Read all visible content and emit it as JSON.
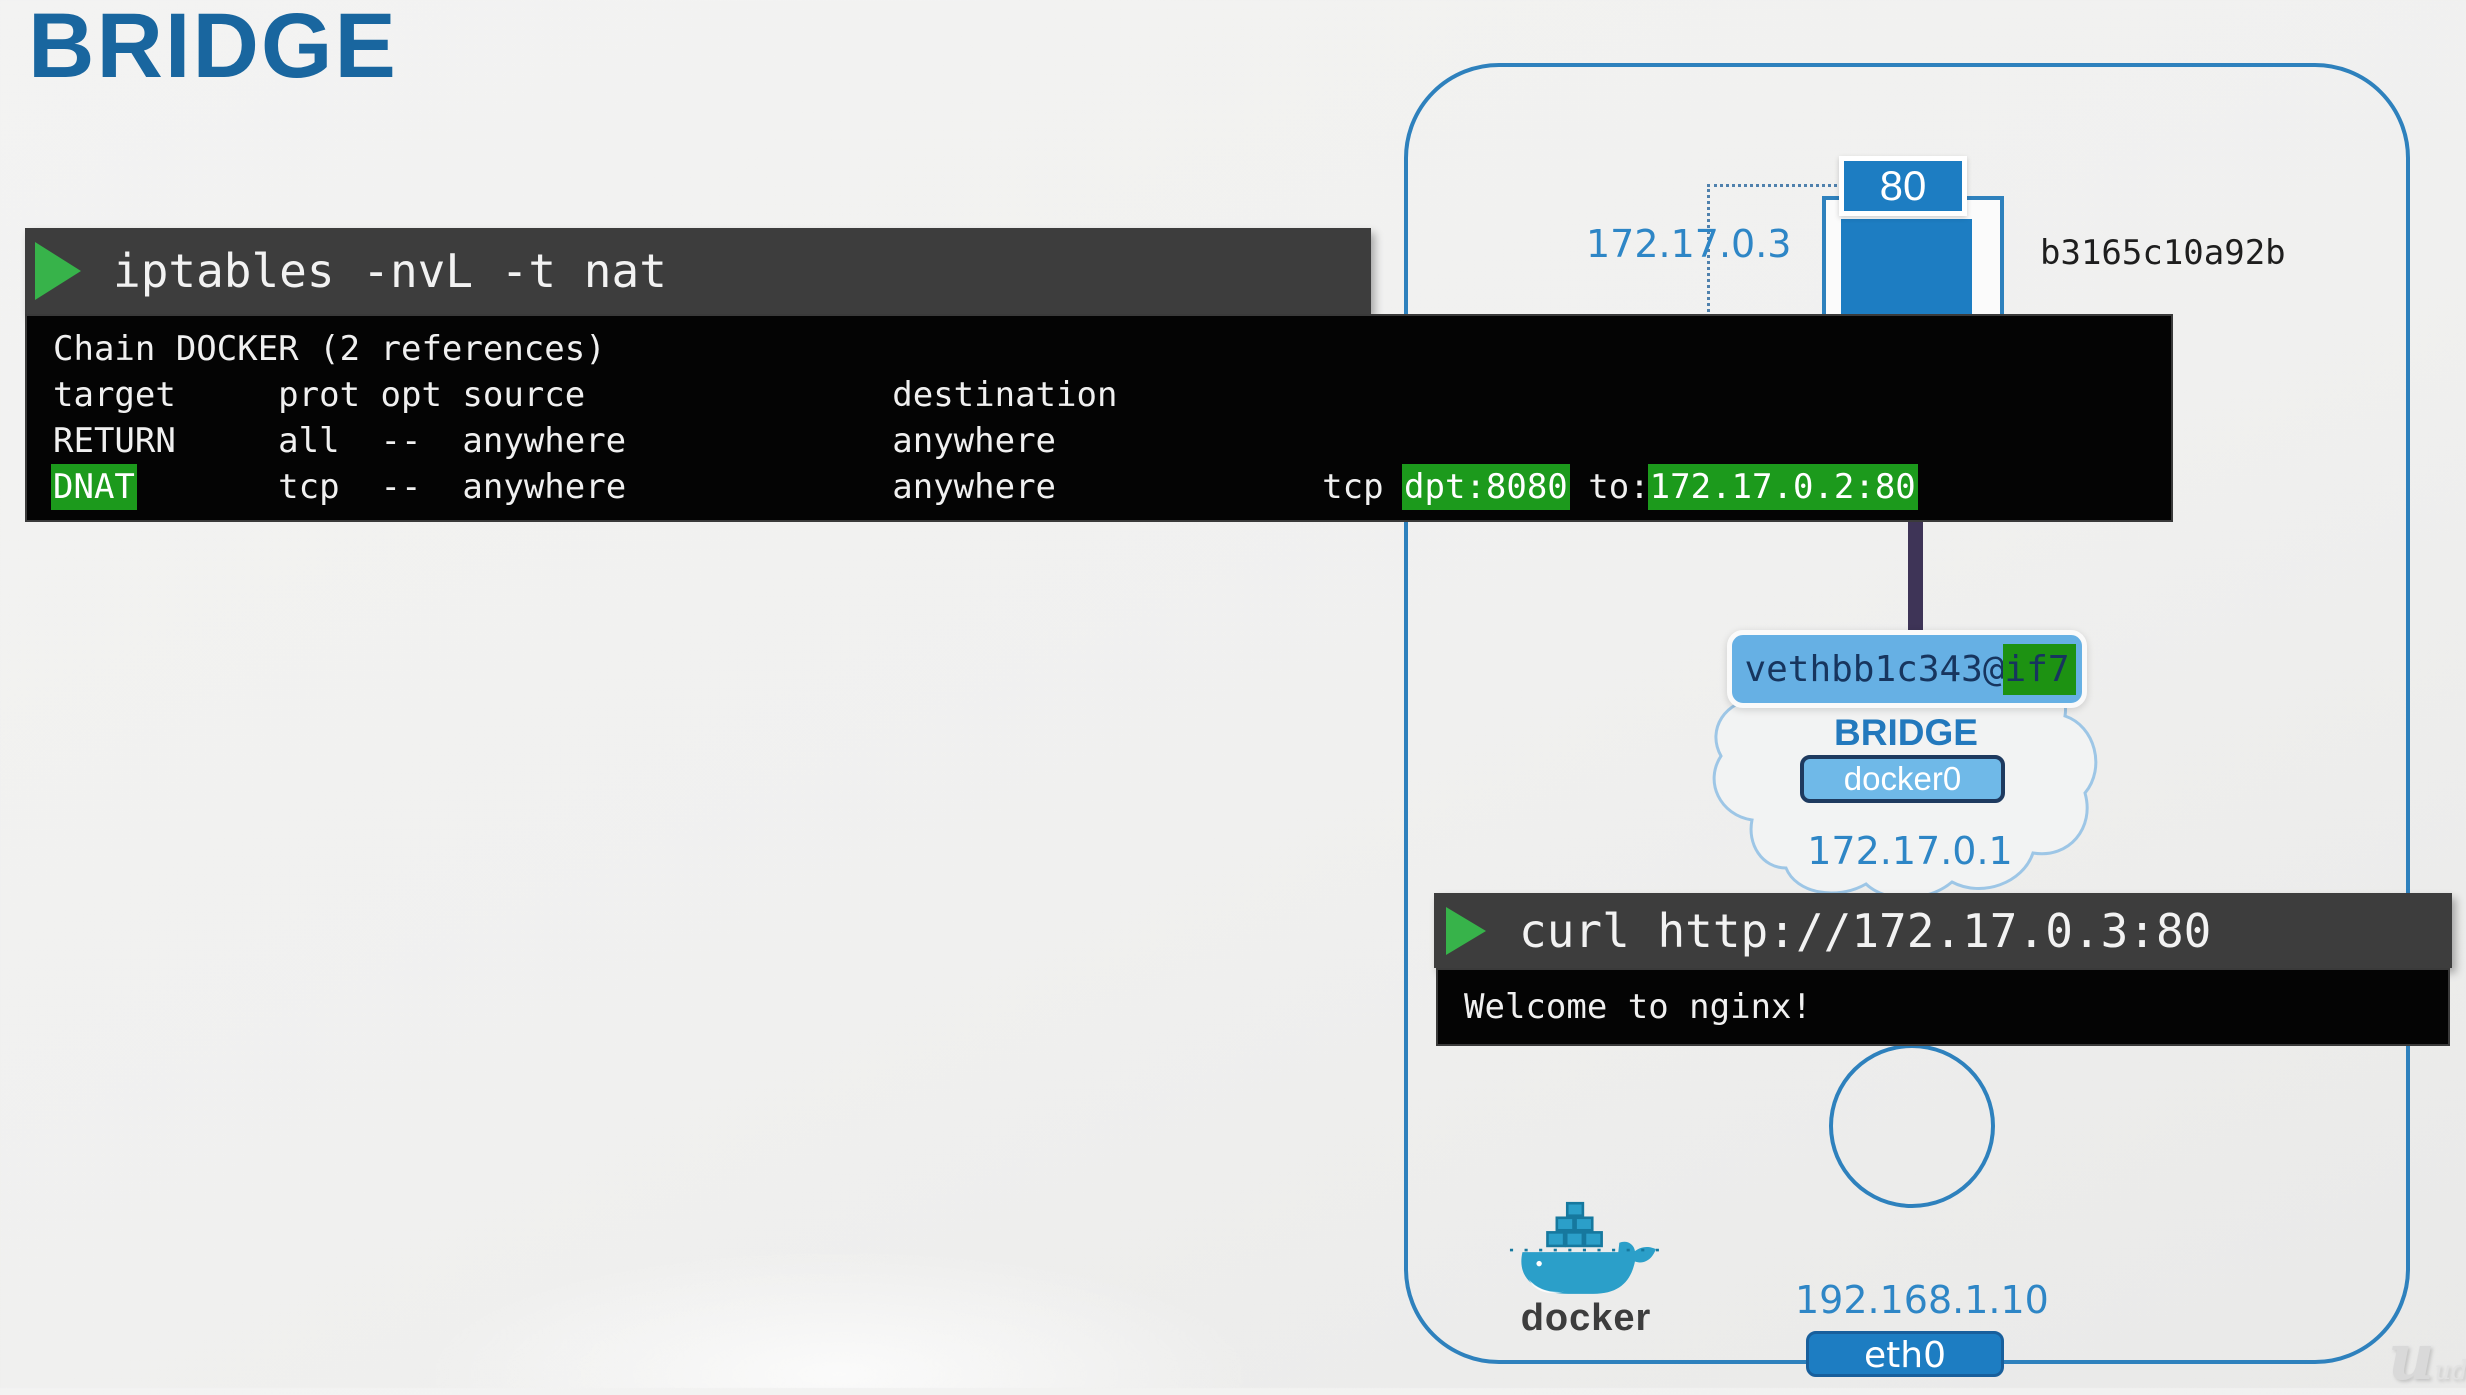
{
  "title": "BRIDGE",
  "iptables_terminal": {
    "command": "iptables -nvL -t nat",
    "line_chain": "Chain DOCKER (2 references)",
    "line_header": "target     prot opt source               destination",
    "line_return": "RETURN     all  --  anywhere             anywhere",
    "dnat_target": "DNAT",
    "dnat_mid": "       tcp  --  anywhere             anywhere             tcp ",
    "dnat_hl_port": "dpt:8080",
    "dnat_to": " to:",
    "dnat_hl_dest": "172.17.0.2:80"
  },
  "curl_terminal": {
    "command": "curl http://172.17.0.3:80",
    "output": "Welcome to nginx!"
  },
  "host": {
    "container": {
      "ip": "172.17.0.3",
      "id": "b3165c10a92b",
      "port": "80"
    },
    "veth": {
      "name": "vethbb1c343@",
      "peer": "if7"
    },
    "bridge": {
      "label": "BRIDGE",
      "interface": "docker0",
      "ip": "172.17.0.1"
    },
    "external": {
      "ip": "192.168.1.10",
      "interface": "eth0"
    },
    "docker_wordmark": "docker"
  },
  "watermark": {
    "big": "u",
    "small": "ud"
  },
  "colors": {
    "title_blue": "#19669f",
    "accent_blue": "#2e81bd",
    "fill_blue": "#1d7dc2",
    "light_blue_fill": "#66b0e4",
    "navy_text": "#17355e",
    "green_highlight": "#1c9a1c",
    "veth_chip_green": "#1d9212",
    "terminal_bar": "#3d3d3d",
    "terminal_bg": "#040404",
    "play_green": "#37b34a",
    "purple_link": "#3e3457",
    "ip_text": "#2e86c6"
  }
}
